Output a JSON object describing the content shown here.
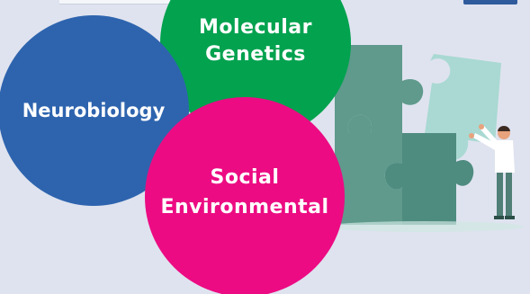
{
  "circles": {
    "molecular": {
      "line1": "Molecular",
      "line2": "Genetics"
    },
    "neurobiology": {
      "label": "Neurobiology"
    },
    "social": {
      "line1": "Social",
      "line2": "Environmental"
    }
  },
  "colors": {
    "background": "#dfe3ef",
    "molecular": "#03a24f",
    "neurobiology": "#2e64ae",
    "social": "#ec0b83",
    "puzzle_dark": "#5f9a8c",
    "puzzle_light": "#a9d9d2",
    "puzzle_teal": "#4f8c80"
  },
  "illustration": {
    "icons": [
      "puzzle-piece-icon",
      "person-figure-icon"
    ]
  }
}
